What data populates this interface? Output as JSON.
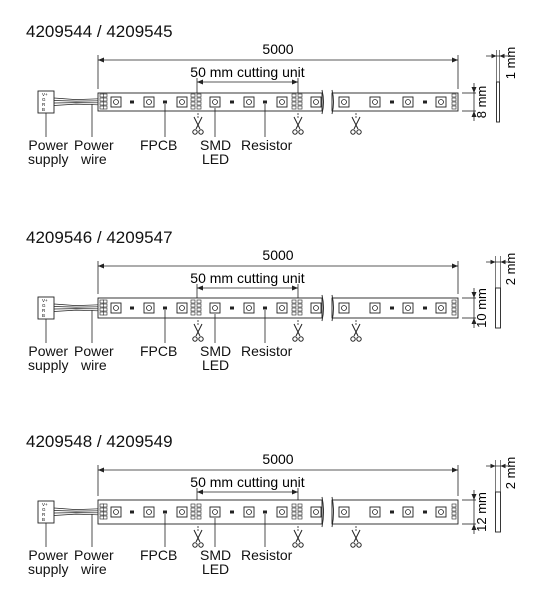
{
  "blocks": [
    {
      "title": "4209544 / 4209545",
      "length_label": "5000",
      "cutting_label": "50 mm cutting unit",
      "width_label": "8 mm",
      "thickness_label": "1 mm",
      "labels": {
        "power_supply_1": "Power",
        "power_supply_2": "supply",
        "power_wire_1": "Power",
        "power_wire_2": "wire",
        "fpcb": "FPCB",
        "smd_1": "SMD",
        "smd_2": "LED",
        "resistor": "Resistor"
      }
    },
    {
      "title": "4209546 / 4209547",
      "length_label": "5000",
      "cutting_label": "50 mm cutting unit",
      "width_label": "10 mm",
      "thickness_label": "2 mm",
      "labels": {
        "power_supply_1": "Power",
        "power_supply_2": "supply",
        "power_wire_1": "Power",
        "power_wire_2": "wire",
        "fpcb": "FPCB",
        "smd_1": "SMD",
        "smd_2": "LED",
        "resistor": "Resistor"
      }
    },
    {
      "title": "4209548 / 4209549",
      "length_label": "5000",
      "cutting_label": "50 mm cutting unit",
      "width_label": "12 mm",
      "thickness_label": "2 mm",
      "labels": {
        "power_supply_1": "Power",
        "power_supply_2": "supply",
        "power_wire_1": "Power",
        "power_wire_2": "wire",
        "fpcb": "FPCB",
        "smd_1": "SMD",
        "smd_2": "LED",
        "resistor": "Resistor"
      }
    }
  ],
  "connector_text": [
    "V+",
    "G",
    "R",
    "B"
  ]
}
